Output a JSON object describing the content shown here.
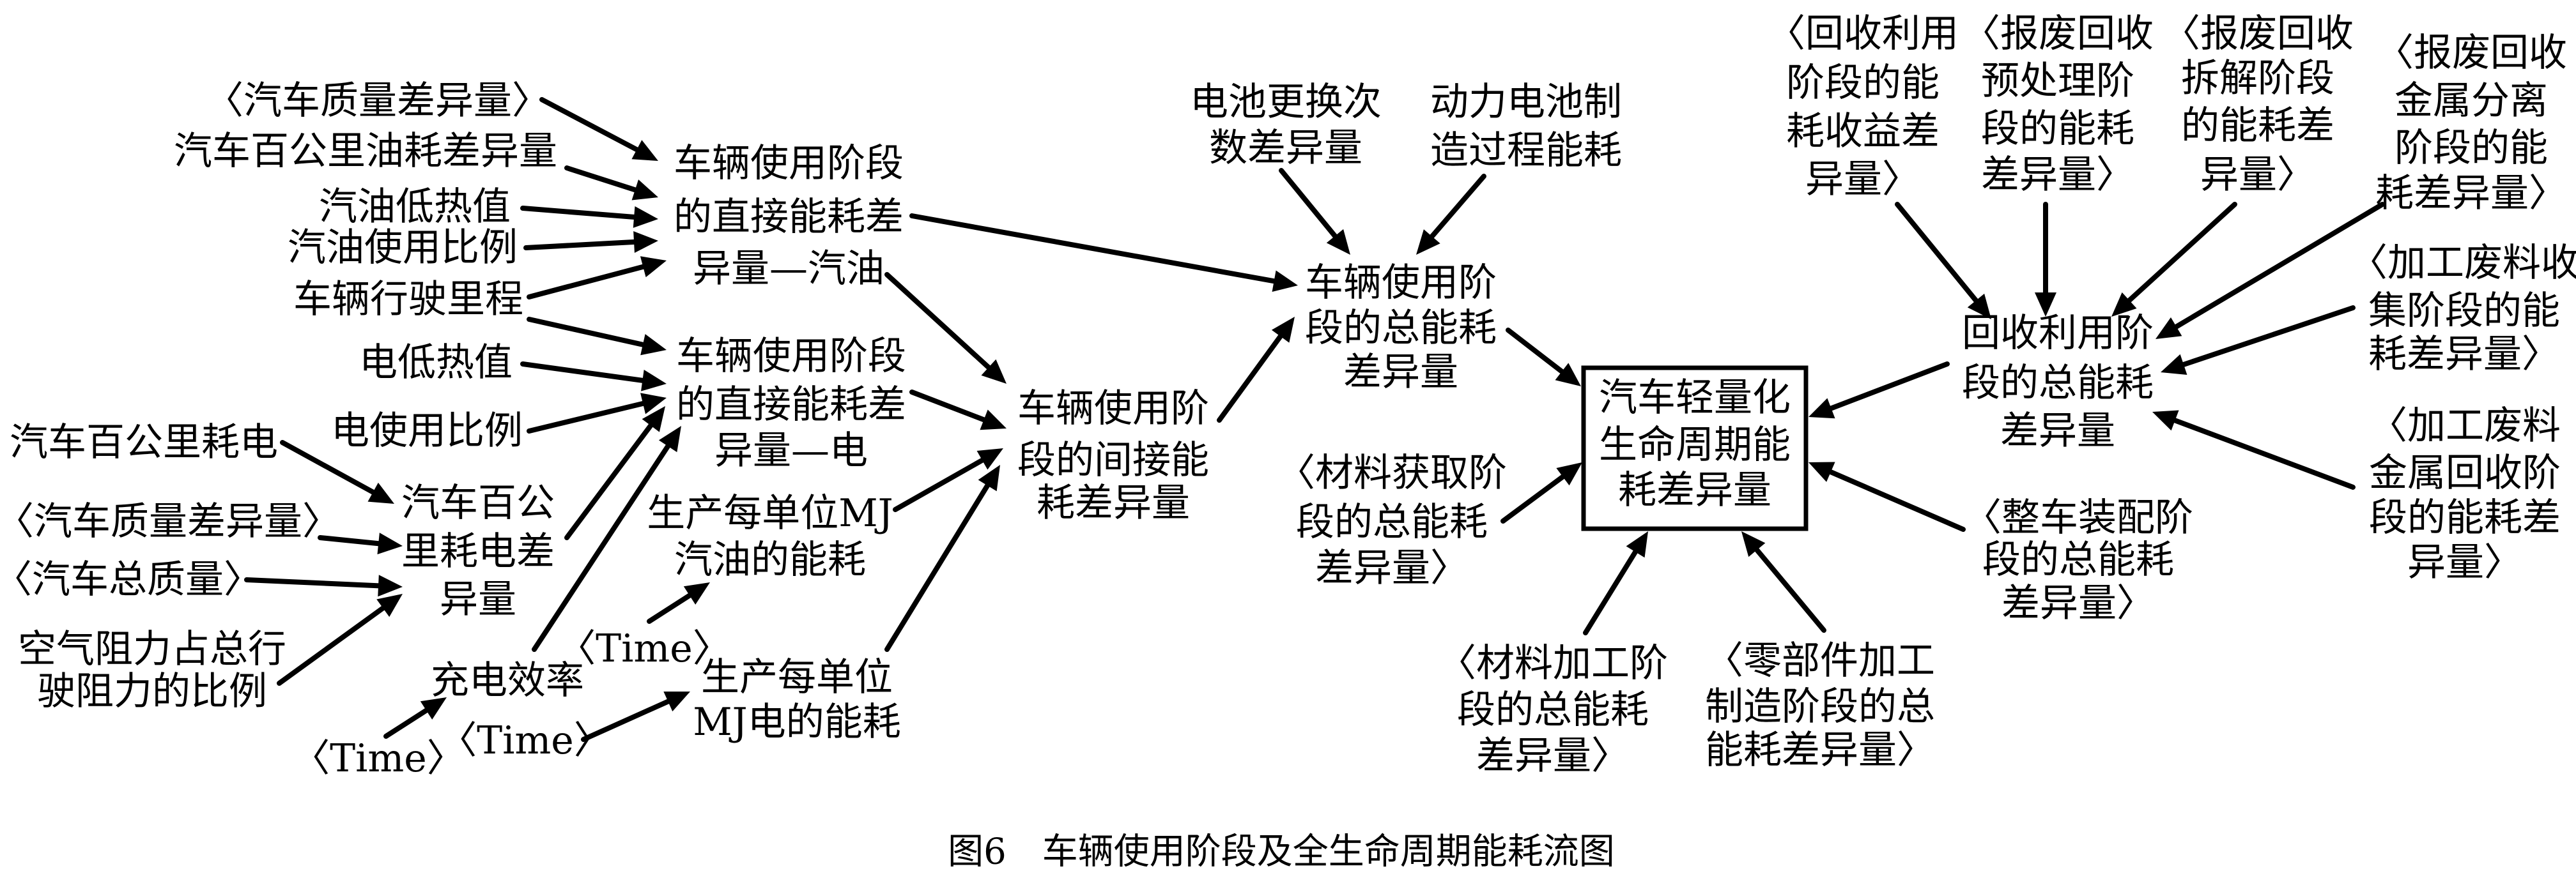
{
  "figure": {
    "caption": "图6　车辆使用阶段及全生命周期能耗流图",
    "colors": {
      "ink": "#000000",
      "background": "#ffffff"
    }
  },
  "nodes": {
    "mass_diff_top": {
      "lines": [
        "〈汽车质量差异量〉"
      ]
    },
    "fuel_per100km_diff": {
      "lines": [
        "汽车百公里油耗差异量"
      ]
    },
    "gasoline_lhv": {
      "lines": [
        "汽油低热值"
      ]
    },
    "gasoline_share": {
      "lines": [
        "汽油使用比例"
      ]
    },
    "vehicle_mileage": {
      "lines": [
        "车辆行驶里程"
      ]
    },
    "electric_lhv": {
      "lines": [
        "电低热值"
      ]
    },
    "electric_share": {
      "lines": [
        "电使用比例"
      ]
    },
    "elec_per100km": {
      "lines": [
        "汽车百公里耗电"
      ]
    },
    "mass_diff_bottom": {
      "lines": [
        "〈汽车质量差异量〉"
      ]
    },
    "total_mass": {
      "lines": [
        "〈汽车总质量〉"
      ]
    },
    "air_resistance_ratio": {
      "lines": [
        "空气阻力占总行",
        "驶阻力的比例"
      ]
    },
    "direct_gasoline": {
      "lines": [
        "车辆使用阶段",
        "的直接能耗差",
        "异量—汽油"
      ]
    },
    "direct_electric": {
      "lines": [
        "车辆使用阶段",
        "的直接能耗差",
        "异量—电"
      ]
    },
    "elec_per100km_diff": {
      "lines": [
        "汽车百公",
        "里耗电差",
        "异量"
      ]
    },
    "gasoline_mj_energy": {
      "lines": [
        "生产每单位MJ",
        "汽油的能耗"
      ]
    },
    "charging_efficiency": {
      "lines": [
        "充电效率"
      ]
    },
    "time_1": {
      "lines": [
        "〈Time〉"
      ]
    },
    "time_2": {
      "lines": [
        "〈Time〉"
      ]
    },
    "time_3": {
      "lines": [
        "〈Time〉"
      ]
    },
    "electric_mj_energy": {
      "lines": [
        "生产每单位",
        "MJ电的能耗"
      ]
    },
    "indirect_use": {
      "lines": [
        "车辆使用阶",
        "段的间接能",
        "耗差异量"
      ]
    },
    "battery_replacement": {
      "lines": [
        "电池更换次",
        "数差异量"
      ]
    },
    "battery_manufacturing": {
      "lines": [
        "动力电池制",
        "造过程能耗"
      ]
    },
    "total_use": {
      "lines": [
        "车辆使用阶",
        "段的总能耗",
        "差异量"
      ]
    },
    "lifecycle_total": {
      "lines": [
        "汽车轻量化",
        "生命周期能",
        "耗差异量"
      ]
    },
    "material_acquisition": {
      "lines": [
        "〈材料获取阶",
        "段的总能耗",
        "差异量〉"
      ]
    },
    "material_processing": {
      "lines": [
        "〈材料加工阶",
        "段的总能耗",
        "差异量〉"
      ]
    },
    "parts_manufacturing": {
      "lines": [
        "〈零部件加工",
        "制造阶段的总",
        "能耗差异量〉"
      ]
    },
    "vehicle_assembly": {
      "lines": [
        "〈整车装配阶",
        "段的总能耗",
        "差异量〉"
      ]
    },
    "recycling_total": {
      "lines": [
        "回收利用阶",
        "段的总能耗",
        "差异量"
      ]
    },
    "recycling_benefit": {
      "lines": [
        "〈回收利用",
        "阶段的能",
        "耗收益差",
        "异量〉"
      ]
    },
    "scrap_pretreatment": {
      "lines": [
        "〈报废回收",
        "预处理阶",
        "段的能耗",
        "差异量〉"
      ]
    },
    "scrap_dismantling": {
      "lines": [
        "〈报废回收",
        "拆解阶段",
        "的能耗差",
        "异量〉"
      ]
    },
    "scrap_metal_separation": {
      "lines": [
        "〈报废回收",
        "金属分离",
        "阶段的能",
        "耗差异量〉"
      ]
    },
    "waste_collection": {
      "lines": [
        "〈加工废料收",
        "集阶段的能",
        "耗差异量〉"
      ]
    },
    "waste_metal_recovery": {
      "lines": [
        "〈加工废料",
        "金属回收阶",
        "段的能耗差",
        "异量〉"
      ]
    }
  },
  "edges": [
    {
      "from": "mass_diff_top",
      "to": "direct_gasoline"
    },
    {
      "from": "fuel_per100km_diff",
      "to": "direct_gasoline"
    },
    {
      "from": "gasoline_lhv",
      "to": "direct_gasoline"
    },
    {
      "from": "gasoline_share",
      "to": "direct_gasoline"
    },
    {
      "from": "vehicle_mileage",
      "to": "direct_gasoline"
    },
    {
      "from": "vehicle_mileage",
      "to": "direct_electric"
    },
    {
      "from": "electric_lhv",
      "to": "direct_electric"
    },
    {
      "from": "electric_share",
      "to": "direct_electric"
    },
    {
      "from": "elec_per100km",
      "to": "elec_per100km_diff"
    },
    {
      "from": "mass_diff_bottom",
      "to": "elec_per100km_diff"
    },
    {
      "from": "total_mass",
      "to": "elec_per100km_diff"
    },
    {
      "from": "air_resistance_ratio",
      "to": "elec_per100km_diff"
    },
    {
      "from": "elec_per100km_diff",
      "to": "direct_electric"
    },
    {
      "from": "charging_efficiency",
      "to": "direct_electric"
    },
    {
      "from": "time_2",
      "to": "charging_efficiency"
    },
    {
      "from": "time_1",
      "to": "gasoline_mj_energy"
    },
    {
      "from": "time_3",
      "to": "electric_mj_energy"
    },
    {
      "from": "direct_gasoline",
      "to": "indirect_use"
    },
    {
      "from": "direct_electric",
      "to": "indirect_use"
    },
    {
      "from": "gasoline_mj_energy",
      "to": "indirect_use"
    },
    {
      "from": "electric_mj_energy",
      "to": "indirect_use"
    },
    {
      "from": "direct_gasoline",
      "to": "total_use"
    },
    {
      "from": "indirect_use",
      "to": "total_use"
    },
    {
      "from": "battery_replacement",
      "to": "total_use"
    },
    {
      "from": "battery_manufacturing",
      "to": "total_use"
    },
    {
      "from": "total_use",
      "to": "lifecycle_total"
    },
    {
      "from": "material_acquisition",
      "to": "lifecycle_total"
    },
    {
      "from": "material_processing",
      "to": "lifecycle_total"
    },
    {
      "from": "parts_manufacturing",
      "to": "lifecycle_total"
    },
    {
      "from": "vehicle_assembly",
      "to": "lifecycle_total"
    },
    {
      "from": "recycling_total",
      "to": "lifecycle_total"
    },
    {
      "from": "recycling_benefit",
      "to": "recycling_total"
    },
    {
      "from": "scrap_pretreatment",
      "to": "recycling_total"
    },
    {
      "from": "scrap_dismantling",
      "to": "recycling_total"
    },
    {
      "from": "scrap_metal_separation",
      "to": "recycling_total"
    },
    {
      "from": "waste_collection",
      "to": "recycling_total"
    },
    {
      "from": "waste_metal_recovery",
      "to": "recycling_total"
    }
  ]
}
